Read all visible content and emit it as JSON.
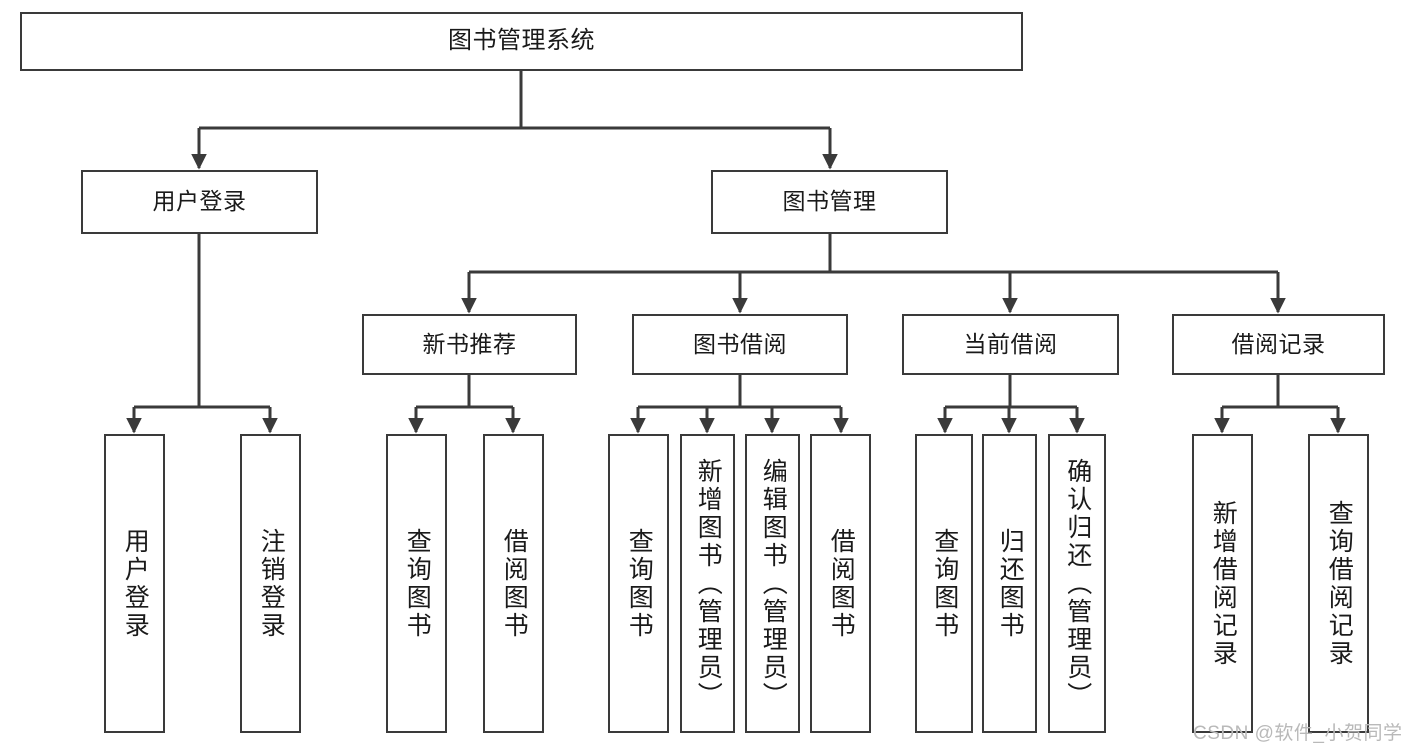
{
  "diagram": {
    "type": "tree-hierarchy-chart",
    "title": "图书管理系统",
    "stroke_color": "#3a3a3a",
    "background_color": "#ffffff",
    "text_color": "#1a1a1a",
    "levels": [
      {
        "level": 1,
        "nodes": [
          {
            "id": "root",
            "label": "图书管理系统",
            "orientation": "horizontal"
          }
        ]
      },
      {
        "level": 2,
        "nodes": [
          {
            "id": "user-login",
            "label": "用户登录",
            "orientation": "horizontal"
          },
          {
            "id": "book-manage",
            "label": "图书管理",
            "orientation": "horizontal"
          }
        ]
      },
      {
        "level": 3,
        "nodes": [
          {
            "id": "new-book-recommend",
            "label": "新书推荐",
            "orientation": "horizontal"
          },
          {
            "id": "book-borrow",
            "label": "图书借阅",
            "orientation": "horizontal"
          },
          {
            "id": "current-borrow",
            "label": "当前借阅",
            "orientation": "horizontal"
          },
          {
            "id": "borrow-record",
            "label": "借阅记录",
            "orientation": "horizontal"
          }
        ]
      },
      {
        "level": 4,
        "nodes": [
          {
            "id": "leaf-user-login",
            "label": "用户登录",
            "orientation": "vertical",
            "parent": "user-login"
          },
          {
            "id": "leaf-logout",
            "label": "注销登录",
            "orientation": "vertical",
            "parent": "user-login"
          },
          {
            "id": "leaf-query-book-1",
            "label": "查询图书",
            "orientation": "vertical",
            "parent": "new-book-recommend"
          },
          {
            "id": "leaf-borrow-book-1",
            "label": "借阅图书",
            "orientation": "vertical",
            "parent": "new-book-recommend"
          },
          {
            "id": "leaf-query-book-2",
            "label": "查询图书",
            "orientation": "vertical",
            "parent": "book-borrow"
          },
          {
            "id": "leaf-add-book",
            "label": "新增图书（管理员）",
            "orientation": "vertical",
            "parent": "book-borrow"
          },
          {
            "id": "leaf-edit-book",
            "label": "编辑图书（管理员）",
            "orientation": "vertical",
            "parent": "book-borrow"
          },
          {
            "id": "leaf-borrow-book-2",
            "label": "借阅图书",
            "orientation": "vertical",
            "parent": "book-borrow"
          },
          {
            "id": "leaf-query-book-3",
            "label": "查询图书",
            "orientation": "vertical",
            "parent": "current-borrow"
          },
          {
            "id": "leaf-return-book",
            "label": "归还图书",
            "orientation": "vertical",
            "parent": "current-borrow"
          },
          {
            "id": "leaf-confirm-return",
            "label": "确认归还（管理员）",
            "orientation": "vertical",
            "parent": "current-borrow"
          },
          {
            "id": "leaf-add-record",
            "label": "新增借阅记录",
            "orientation": "vertical",
            "parent": "borrow-record"
          },
          {
            "id": "leaf-query-record",
            "label": "查询借阅记录",
            "orientation": "vertical",
            "parent": "borrow-record"
          }
        ]
      }
    ]
  },
  "watermark": {
    "text": "CSDN @软件_小贺同学"
  }
}
